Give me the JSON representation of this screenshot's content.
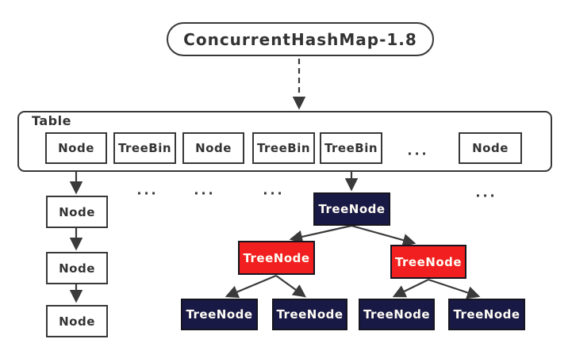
{
  "title": {
    "label": "ConcurrentHashMap-1.8"
  },
  "table": {
    "label": "Table",
    "cells": [
      {
        "label": "Node"
      },
      {
        "label": "TreeBin"
      },
      {
        "label": "Node"
      },
      {
        "label": "TreeBin"
      },
      {
        "label": "TreeBin"
      },
      {
        "label": "..."
      },
      {
        "label": "Node"
      }
    ]
  },
  "linked_list": {
    "nodes": [
      {
        "label": "Node"
      },
      {
        "label": "Node"
      },
      {
        "label": "Node"
      }
    ]
  },
  "ellipsis_row": {
    "items": [
      "...",
      "...",
      "...",
      "..."
    ]
  },
  "tree": {
    "root": {
      "label": "TreeNode"
    },
    "level2": [
      {
        "label": "TreeNode"
      },
      {
        "label": "TreeNode"
      }
    ],
    "leaves": [
      {
        "label": "TreeNode"
      },
      {
        "label": "TreeNode"
      },
      {
        "label": "TreeNode"
      },
      {
        "label": "TreeNode"
      }
    ]
  },
  "colors": {
    "line": "#3a3a3a",
    "navy": "#191945",
    "red": "#f11f1f",
    "node_text": "#fffdf5",
    "border": "#383838"
  }
}
